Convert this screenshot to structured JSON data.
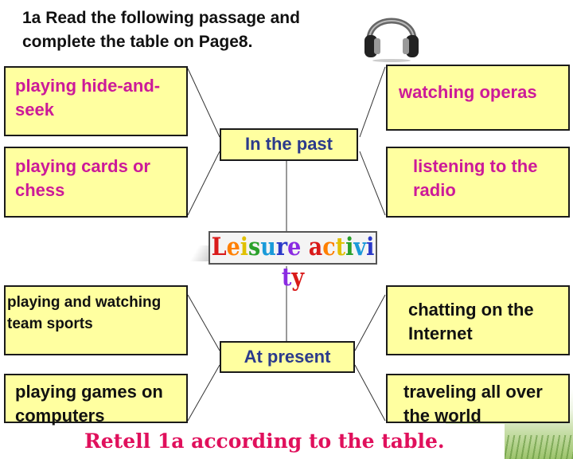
{
  "instruction": "1a Read the following passage and complete the table on Page8.",
  "center_title": "Leisure activity",
  "past": {
    "label": "In the past",
    "left_top": "playing hide-and-seek",
    "left_bottom": "playing cards or chess",
    "right_top": "watching operas",
    "right_bottom": "listening to the radio"
  },
  "present": {
    "label": "At present",
    "left_top": "playing and watching team sports",
    "left_bottom": "playing games on computers",
    "right_top": "chatting on the Internet",
    "right_bottom": "traveling all over the world"
  },
  "footer": "Retell 1a according to the table.",
  "colors": {
    "activity_text": "#cc1a99",
    "box_fill": "#ffffa0",
    "period_text": "#2b3a8c",
    "footer_text": "#e0105c",
    "logo_letters": [
      "#d91a1a",
      "#ff7f00",
      "#e0c000",
      "#2aa02a",
      "#1a9ad9",
      "#2b3ac9",
      "#8a2be2"
    ]
  },
  "icons": {
    "audio": "headphones-icon"
  }
}
